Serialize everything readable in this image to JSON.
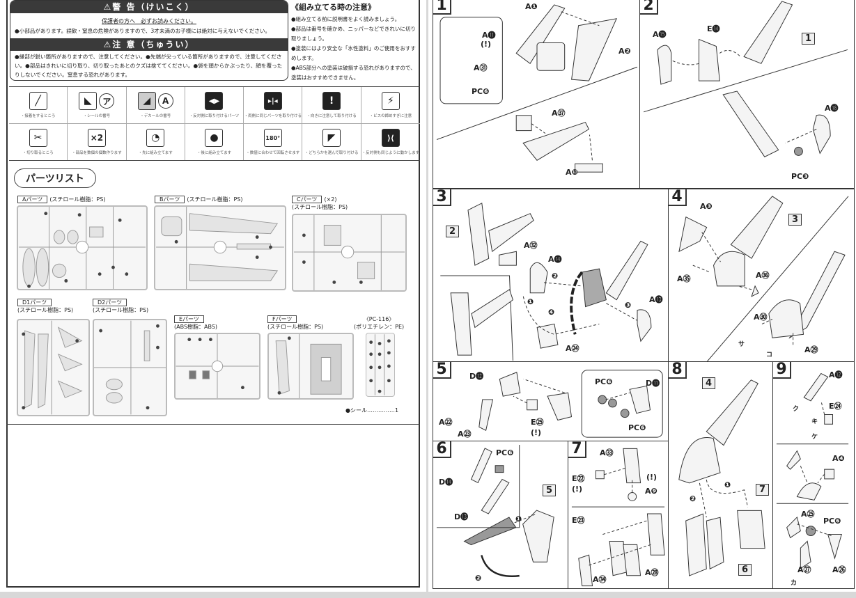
{
  "warning": {
    "title": "⚠警 告（けいこく）",
    "subtitle": "保護者の方へ　必ずお読みください。",
    "text": "●小部品があります。誤飲・窒息の危険がありますので、3才未満のお子様には絶対に与えないでください。"
  },
  "caution": {
    "title": "⚠注 意（ちゅうい）",
    "text": "●縁部が鋭い箇所がありますので、注意してください。●先端が尖っている箇所がありますので、注意してください。●部品はきれいに切り取り、切り取ったあとのクズは捨ててください。●袋を頭からかぶったり、顔を覆ったりしないでください。窒息する恐れがあります。"
  },
  "assembly_notes": {
    "title": "《組み立てる時の注意》",
    "items": [
      "●組み立てる前に説明書をよく読みましょう。",
      "●部品は番号を確かめ、ニッパーなどできれいに切り取りましょう。",
      "●塗装にはより安全な「水性塗料」のご使用をおすすめします。",
      "●ABS部分への塗装は破損する恐れがありますので、塗装はおすすめできません。"
    ]
  },
  "legend": [
    {
      "icon": "brush-icon",
      "glyph": "╱",
      "label": "・接着をするところ"
    },
    {
      "icon": "sticker-number-icon",
      "glyph": "◣",
      "extra": "ア",
      "label": "・シールの番号"
    },
    {
      "icon": "decal-number-icon",
      "glyph": "◢",
      "extra": "A",
      "label": "・デカールの番号"
    },
    {
      "icon": "opposite-side-icon",
      "glyph": "◀▶",
      "label": "・反対側に取り付けるパーツ"
    },
    {
      "icon": "both-sides-icon",
      "glyph": "▸|◂",
      "label": "・両側に同じパーツを取り付ける"
    },
    {
      "icon": "orientation-warning-icon",
      "glyph": "!",
      "label": "・向きに注意して取り付ける"
    },
    {
      "icon": "screw-caution-icon",
      "glyph": "⚡",
      "label": "・ビスの締めすぎに注意"
    },
    {
      "icon": "cut-icon",
      "glyph": "✂",
      "label": "・切り取るところ"
    },
    {
      "icon": "make-multiple-icon",
      "glyph": "×2",
      "label": "・部品を数個の個数作ります"
    },
    {
      "icon": "assemble-first-icon",
      "glyph": "◔",
      "label": "・先に組み立てます"
    },
    {
      "icon": "assemble-later-icon",
      "glyph": "●",
      "label": "・後に組み立てます"
    },
    {
      "icon": "rotate-180-icon",
      "glyph": "180°",
      "label": "・数値に合わせて回転させます"
    },
    {
      "icon": "choose-one-icon",
      "glyph": "◤",
      "label": "・どちらかを選んで取り付ける"
    },
    {
      "icon": "move-same-icon",
      "glyph": "⟩⟨",
      "label": "・反対側も同じように動かします"
    }
  ],
  "parts_list": {
    "title": "パーツリスト",
    "runners": [
      {
        "tag": "Aパーツ",
        "material": "(スチロール樹脂：PS)"
      },
      {
        "tag": "Bパーツ",
        "material": "(スチロール樹脂：PS)"
      },
      {
        "tag": "Cパーツ",
        "qty": "(×2)",
        "material": "(スチロール樹脂：PS)"
      },
      {
        "tag": "D1パーツ",
        "material": "(スチロール樹脂：PS)"
      },
      {
        "tag": "D2パーツ",
        "material": "(スチロール樹脂：PS)"
      },
      {
        "tag": "Eパーツ",
        "material": "(ABS樹脂：ABS)"
      },
      {
        "tag": "Fパーツ",
        "material": "(スチロール樹脂：PS)"
      },
      {
        "tag": "〈PC-116〉",
        "material": "(ポリエチレン：PE)"
      }
    ],
    "seal_note": "●シール……………1"
  },
  "steps": [
    {
      "num": "1",
      "labels": [
        "A❶",
        "A❷",
        "A⓫",
        "(!)",
        "A㉛",
        "PC❻",
        "A㊲",
        "A❿"
      ]
    },
    {
      "num": "2",
      "labels": [
        "A⓯",
        "E⓮",
        "1",
        "A⓰",
        "PC❸"
      ]
    },
    {
      "num": "3",
      "labels": [
        "2",
        "A㉜",
        "A⓮",
        "A⓭",
        "A㉔",
        "❶",
        "❷",
        "❸",
        "❹"
      ]
    },
    {
      "num": "4",
      "labels": [
        "A❸",
        "3",
        "A㉟",
        "A㊱",
        "A㉚",
        "A㉙",
        "サ",
        "コ"
      ]
    },
    {
      "num": "5",
      "labels": [
        "D⓬",
        "A㉒",
        "A㉓",
        "E㉕",
        "(!)",
        "PC❻",
        "D⓫",
        "PC❻"
      ]
    },
    {
      "num": "6",
      "labels": [
        "D⓮",
        "PC❻",
        "D⓭",
        "5",
        "❶",
        "❷"
      ]
    },
    {
      "num": "7",
      "labels": [
        "A㉝",
        "E㉒",
        "(!)",
        "(!)",
        "A❾",
        "E㉓",
        "A㉞",
        "A㉘"
      ]
    },
    {
      "num": "8",
      "labels": [
        "4",
        "❶",
        "7",
        "❷",
        "6"
      ]
    },
    {
      "num": "9",
      "labels": [
        "A⓬",
        "E㉔",
        "ク",
        "キ",
        "ケ",
        "A❹",
        "A㉕",
        "PC❻",
        "A㉖",
        "A㉗",
        "カ"
      ]
    }
  ]
}
